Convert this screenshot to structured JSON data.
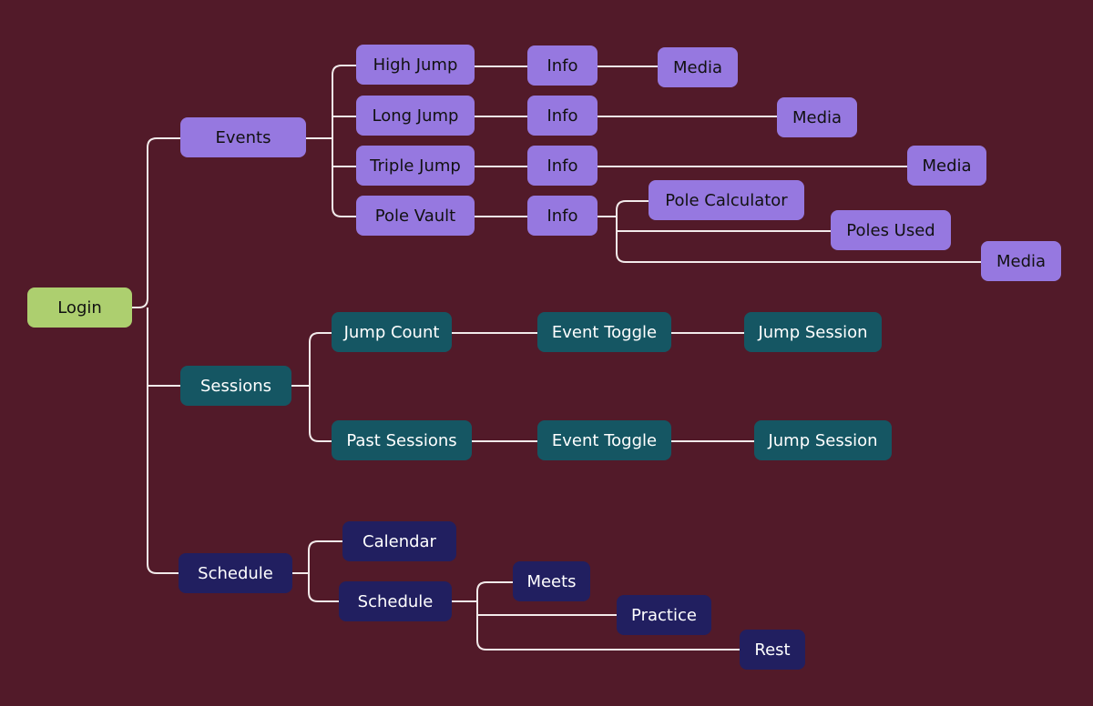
{
  "diagram": {
    "root": {
      "label": "Login"
    },
    "events": {
      "label": "Events",
      "children": [
        {
          "label": "High Jump",
          "info": "Info",
          "leaves": [
            "Media"
          ]
        },
        {
          "label": "Long Jump",
          "info": "Info",
          "leaves": [
            "Media"
          ]
        },
        {
          "label": "Triple Jump",
          "info": "Info",
          "leaves": [
            "Media"
          ]
        },
        {
          "label": "Pole Vault",
          "info": "Info",
          "leaves": [
            "Pole Calculator",
            "Poles Used",
            "Media"
          ]
        }
      ]
    },
    "sessions": {
      "label": "Sessions",
      "children": [
        {
          "label": "Jump Count",
          "toggle": "Event Toggle",
          "leaf": "Jump Session"
        },
        {
          "label": "Past Sessions",
          "toggle": "Event Toggle",
          "leaf": "Jump Session"
        }
      ]
    },
    "schedule": {
      "label": "Schedule",
      "children": [
        {
          "label": "Calendar"
        },
        {
          "label": "Schedule",
          "leaves": [
            "Meets",
            "Practice",
            "Rest"
          ]
        }
      ]
    }
  },
  "colors": {
    "background": "#521a29",
    "root": "#adcf6f",
    "events": "#9678e0",
    "sessions": "#155663",
    "schedule": "#211f60",
    "connector": "#f2eaea"
  }
}
